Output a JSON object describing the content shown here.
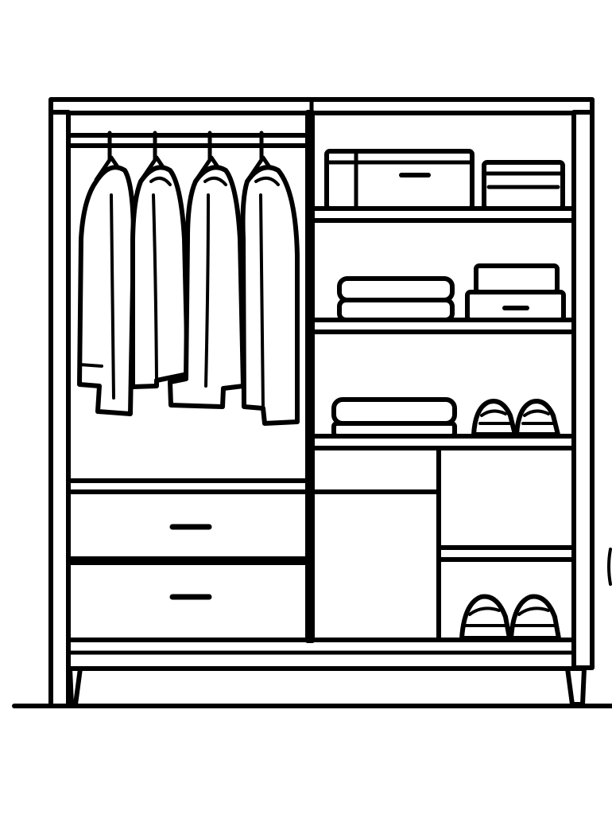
{
  "illustration": {
    "subject": "wardrobe-line-art",
    "line_color": "#000000",
    "fill_color": "#ffffff",
    "background": "#ffffff",
    "contents": {
      "hanging_garments": 4,
      "hangers": 4,
      "shelves": 3,
      "storage_boxes": 4,
      "folded_stacks": 2,
      "shoe_pairs": 2,
      "drawers_with_handles": 2,
      "cabinet_doors": 2
    }
  }
}
